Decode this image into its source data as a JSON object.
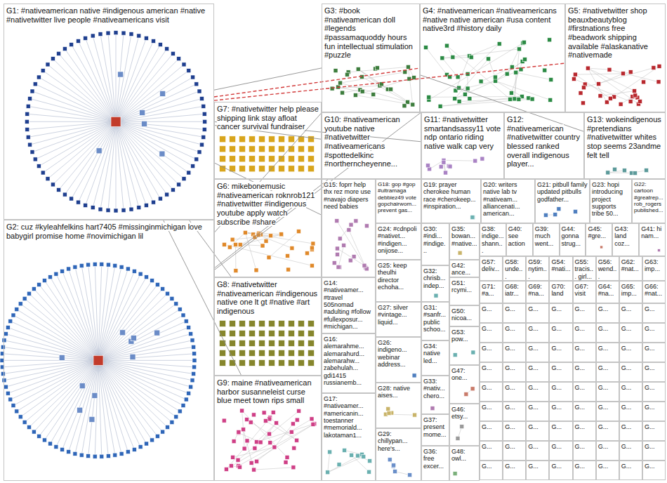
{
  "diagram": {
    "nodes": [
      {
        "text": [
          "G1: #nativeamerican native #indigenous american #native #nativetwitter live people #nativeamericans visit"
        ]
      },
      {
        "text": [
          "G2: cuz #kyleahfelkins hart7405 #missinginmichigan love babygirl promise home #novimichigan lil"
        ]
      },
      {
        "text": [
          "G3: #book #nativeamerican doll #legends #passamaquoddy hours fun intellectual stimulation #puzzle"
        ]
      },
      {
        "text": [
          "G4: #nativeamerican #nativeamericans #native native american #usa content native3rd #history daily"
        ]
      },
      {
        "text": [
          "G5: #nativetwitter shop beauxbeautyblog #firstnations free #beadwork shipping available #alaskanative #nativemade"
        ]
      },
      {
        "text": [
          "G7: #nativetwitter help please shipping link stay afloat cancer survival fundraiser"
        ]
      },
      {
        "text": [
          "G10: #nativeamerican youtube native #nativetwitter #nativeamericans #spottedelkinc #northerncheyenne..."
        ]
      },
      {
        "text": [
          "G11: #nativetwitter smartandsassy11 vote ndp ontario riding native walk cap very"
        ]
      },
      {
        "text": [
          "G12: #nativeamerican #nativetwitter country blessed ranked overall indigenous player..."
        ]
      },
      {
        "text": [
          "G13: wokeindigenous #pretendians #nativetwitter whites stop seems 23andme felt tell"
        ]
      },
      {
        "text": [
          "G6: mikebonemusic #nativeamerican roknrob121 #nativetwitter #indigenous youtube apply watch subscribe #share"
        ]
      },
      {
        "text": [
          "G15: foprr help thx rez more use #navajo diapers need babies"
        ]
      },
      {
        "text": [
          "G18: gop #gop #ultramaga debbiez49 vote gopchairwom... prevent gas..."
        ]
      },
      {
        "text": [
          "G19: prayer cherokee human race #cherokeep... #inspiration..."
        ]
      },
      {
        "text": [
          "G20: writers native lab tv #nativeam... alliancenati... american..."
        ]
      },
      {
        "text": [
          "G21: pitbull family updated pitbulls godfather..."
        ]
      },
      {
        "text": [
          "G23: hopi introducing project supports tribe 50..."
        ]
      },
      {
        "text": [
          "G22: cartoon #greatrep... rob_rogers published..."
        ]
      },
      {
        "text": [
          "G24: #cdnpoli #nativet... #indigen... onijose..."
        ]
      },
      {
        "text": [
          "G30: #indi... #indige..."
        ]
      },
      {
        "text": [
          "G35: bowan... #native..."
        ]
      },
      {
        "text": [
          "G38: indige... shann..."
        ]
      },
      {
        "text": [
          "G40: see action"
        ]
      },
      {
        "text": [
          "G39: much went..."
        ]
      },
      {
        "text": [
          "G44: gonna strug..."
        ]
      },
      {
        "text": [
          "G45: #gre..."
        ]
      },
      {
        "text": [
          "G43: land coz..."
        ]
      },
      {
        "text": [
          "G41: hi nam..."
        ]
      },
      {
        "text": [
          "G25: keep theulhi director echoha..."
        ]
      },
      {
        "text": [
          "G32: chrisb... indep..."
        ]
      },
      {
        "text": [
          "G42: ance..."
        ]
      },
      {
        "text": [
          "G51: rcymi..."
        ]
      },
      {
        "text": [
          "G57: deliv..."
        ]
      },
      {
        "text": [
          "G58: unde..."
        ]
      },
      {
        "text": [
          "G59: nytim..."
        ]
      },
      {
        "text": [
          "G54: #nati..."
        ]
      },
      {
        "text": [
          "G55: tracis... girl..."
        ]
      },
      {
        "text": [
          "G56: wend..."
        ]
      },
      {
        "text": [
          "G62: #nat..."
        ]
      },
      {
        "text": [
          "G63: imp..."
        ]
      },
      {
        "text": [
          "G8: #nativetwitter #nativeamerican #indigenous native one lt gt #native #art indigenous"
        ]
      },
      {
        "text": [
          "G14: #nativeamer... #travel 505nomad #adulting #follow #fullexposur... #michigan..."
        ]
      },
      {
        "text": [
          "G71: #a..."
        ]
      },
      {
        "text": [
          "G68: iatr..."
        ]
      },
      {
        "text": [
          "G69: #na..."
        ]
      },
      {
        "text": [
          "G70: land"
        ]
      },
      {
        "text": [
          "G67: visit"
        ]
      },
      {
        "text": [
          "G64: #na..."
        ]
      },
      {
        "text": [
          "G65: imp..."
        ]
      },
      {
        "text": [
          "G66: #nat..."
        ]
      },
      {
        "text": [
          "G27: silver #vintage... liquid..."
        ]
      },
      {
        "text": [
          "G31: #sanfr... public schoo..."
        ]
      },
      {
        "text": [
          "G50: nicoa..."
        ]
      },
      {
        "text": [
          "G53: pow..."
        ]
      },
      {
        "text": [
          "G16: alemarahme... alemarahurd... alemarahw... zabehulah... gdi1415 russianemb..."
        ]
      },
      {
        "text": [
          "G26: indigeno... webinar address..."
        ]
      },
      {
        "text": [
          "G34: native led..."
        ]
      },
      {
        "text": [
          "G47: one..."
        ]
      },
      {
        "text": [
          "G9: maine #nativeamerican harbor susanneleist curse blue meet town rips small"
        ]
      },
      {
        "text": [
          "G33: #nativ... chero..."
        ]
      },
      {
        "text": [
          "G28: native aises..."
        ]
      },
      {
        "text": [
          "G17: #nativeamer... #americanin... toestanner #memoriald... lakotaman1..."
        ]
      },
      {
        "text": [
          "G46: etsy..."
        ]
      },
      {
        "text": [
          "G37: present mome..."
        ]
      },
      {
        "text": [
          "G29: chillypan... here's..."
        ]
      },
      {
        "text": [
          "G36: free excer..."
        ]
      },
      {
        "text": [
          "G48: owl..."
        ]
      },
      {
        "text": [
          "G..."
        ]
      },
      {
        "text": [
          "G..."
        ]
      },
      {
        "text": [
          "G..."
        ]
      },
      {
        "text": [
          "G..."
        ]
      },
      {
        "text": [
          "G..."
        ]
      },
      {
        "text": [
          "G..."
        ]
      },
      {
        "text": [
          "G..."
        ]
      },
      {
        "text": [
          "G..."
        ]
      },
      {
        "text": [
          "G..."
        ]
      },
      {
        "text": [
          "G..."
        ]
      },
      {
        "text": [
          "G..."
        ]
      },
      {
        "text": [
          "G..."
        ]
      },
      {
        "text": [
          "G..."
        ]
      },
      {
        "text": [
          "G..."
        ]
      },
      {
        "text": [
          "G..."
        ]
      },
      {
        "text": [
          "G..."
        ]
      },
      {
        "text": [
          "G..."
        ]
      },
      {
        "text": [
          "G..."
        ]
      },
      {
        "text": [
          "G..."
        ]
      },
      {
        "text": [
          "G..."
        ]
      },
      {
        "text": [
          "G..."
        ]
      },
      {
        "text": [
          "G..."
        ]
      },
      {
        "text": [
          "G..."
        ]
      },
      {
        "text": [
          "G..."
        ]
      },
      {
        "text": [
          "G..."
        ]
      },
      {
        "text": [
          "G..."
        ]
      },
      {
        "text": [
          "G..."
        ]
      },
      {
        "text": [
          "G..."
        ]
      },
      {
        "text": [
          "G..."
        ]
      },
      {
        "text": [
          "G..."
        ]
      },
      {
        "text": [
          "G..."
        ]
      },
      {
        "text": [
          "G..."
        ]
      },
      {
        "text": [
          "G..."
        ]
      },
      {
        "text": [
          "G..."
        ]
      },
      {
        "text": [
          "G..."
        ]
      },
      {
        "text": [
          "G..."
        ]
      },
      {
        "text": [
          "G..."
        ]
      },
      {
        "text": [
          "G..."
        ]
      },
      {
        "text": [
          "G..."
        ]
      },
      {
        "text": [
          "G..."
        ]
      },
      {
        "text": [
          "G..."
        ]
      },
      {
        "text": [
          "G..."
        ]
      },
      {
        "text": [
          "G..."
        ]
      },
      {
        "text": [
          "G..."
        ]
      },
      {
        "text": [
          "G..."
        ]
      },
      {
        "text": [
          "G..."
        ]
      },
      {
        "text": [
          "G..."
        ]
      },
      {
        "text": [
          "G..."
        ]
      },
      {
        "text": [
          "G..."
        ]
      },
      {
        "text": [
          "G..."
        ]
      },
      {
        "text": [
          "G..."
        ]
      },
      {
        "text": [
          "G..."
        ]
      },
      {
        "text": [
          "G..."
        ]
      },
      {
        "text": [
          "G..."
        ]
      },
      {
        "text": [
          "G..."
        ]
      },
      {
        "text": [
          "G..."
        ]
      },
      {
        "text": [
          "G..."
        ]
      },
      {
        "text": [
          "G..."
        ]
      },
      {
        "text": [
          "G..."
        ]
      },
      {
        "text": [
          "G..."
        ]
      },
      {
        "text": [
          "G..."
        ]
      },
      {
        "text": [
          "G..."
        ]
      },
      {
        "text": [
          "G..."
        ]
      },
      {
        "text": [
          "G..."
        ]
      },
      {
        "text": [
          "G..."
        ]
      },
      {
        "text": [
          "G..."
        ]
      },
      {
        "text": [
          "G..."
        ]
      },
      {
        "text": [
          "G..."
        ]
      },
      {
        "text": [
          "G..."
        ]
      },
      {
        "text": [
          "G..."
        ]
      },
      {
        "text": [
          "G..."
        ]
      },
      {
        "text": [
          "G..."
        ]
      }
    ],
    "edges": [
      {
        "from": 0,
        "to": 2,
        "arrow": "none"
      },
      {
        "from": 0,
        "to": 3,
        "arrow": "none"
      },
      {
        "from": 0,
        "to": 4,
        "arrow": "none"
      },
      {
        "from": 0,
        "to": 6,
        "arrow": "none"
      },
      {
        "from": 0,
        "to": 7,
        "arrow": "none"
      },
      {
        "from": 0,
        "to": 40,
        "arrow": "none"
      },
      {
        "from": 0,
        "to": 58,
        "arrow": "none"
      },
      {
        "from": 1,
        "to": 2,
        "arrow": "none"
      },
      {
        "from": 1,
        "to": 3,
        "arrow": "none"
      },
      {
        "from": 1,
        "to": 6,
        "arrow": "none"
      },
      {
        "from": 2,
        "to": 9,
        "arrow": "none"
      },
      {
        "from": 0,
        "to": 11,
        "arrow": "none"
      }
    ]
  }
}
